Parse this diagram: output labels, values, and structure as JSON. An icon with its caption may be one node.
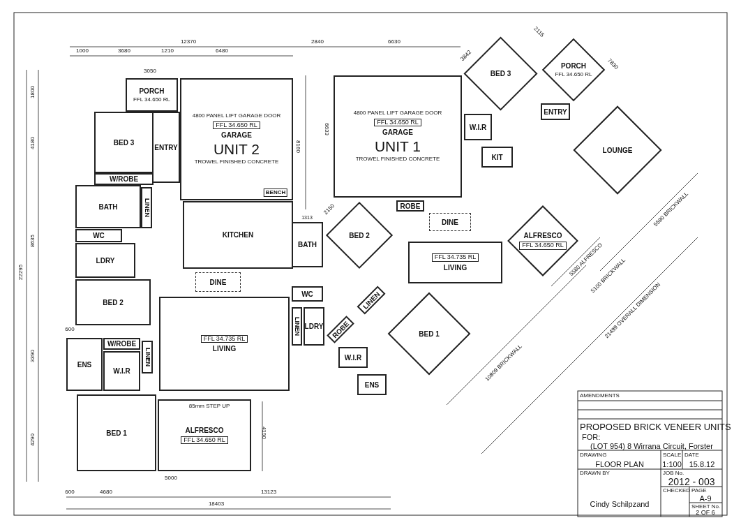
{
  "diagram": {
    "nodes": [
      {
        "text": [
          "PORCH",
          "FFL 34.650 RL"
        ]
      },
      {
        "text": [
          "BED 3"
        ]
      },
      {
        "text": [
          "ENTRY"
        ]
      },
      {
        "text": [
          "4800 PANEL LIFT GARAGE DOOR",
          "FFL 34.650 RL",
          "GARAGE",
          "UNIT 2",
          "TROWEL FINISHED CONCRETE"
        ]
      },
      {
        "text": [
          "W/ROBE"
        ]
      },
      {
        "text": [
          "BATH"
        ]
      },
      {
        "text": [
          "LINEN"
        ]
      },
      {
        "text": [
          "KITCHEN"
        ]
      },
      {
        "text": [
          "WC"
        ]
      },
      {
        "text": [
          "LDRY"
        ]
      },
      {
        "text": [
          "DINE"
        ]
      },
      {
        "text": [
          "BED 2"
        ]
      },
      {
        "text": [
          "FFL 34.735 RL",
          "LIVING"
        ]
      },
      {
        "text": [
          "W/ROBE"
        ]
      },
      {
        "text": [
          "ENS"
        ]
      },
      {
        "text": [
          "W.I.R"
        ]
      },
      {
        "text": [
          "LINEN"
        ]
      },
      {
        "text": [
          "BED 1"
        ]
      },
      {
        "text": [
          "ALFRESCO",
          "FFL 34.650 RL"
        ]
      },
      {
        "text": [
          "4800 PANEL LIFT GARAGE DOOR",
          "FFL 34.650 RL",
          "GARAGE",
          "UNIT 1",
          "TROWEL FINISHED CONCRETE"
        ]
      },
      {
        "text": [
          "BED 3"
        ]
      },
      {
        "text": [
          "PORCH",
          "FFL 34.650 RL"
        ]
      },
      {
        "text": [
          "ENTRY"
        ]
      },
      {
        "text": [
          "W.I.R"
        ]
      },
      {
        "text": [
          "KIT"
        ]
      },
      {
        "text": [
          "LOUNGE"
        ]
      },
      {
        "text": [
          "ROBE"
        ]
      },
      {
        "text": [
          "BED 2"
        ]
      },
      {
        "text": [
          "DINE"
        ]
      },
      {
        "text": [
          "ALFRESCO",
          "FFL 34.650 RL"
        ]
      },
      {
        "text": [
          "BATH"
        ]
      },
      {
        "text": [
          "FFL 34.735 RL",
          "LIVING"
        ]
      },
      {
        "text": [
          "WC"
        ]
      },
      {
        "text": [
          "LINEN"
        ]
      },
      {
        "text": [
          "ROBE"
        ]
      },
      {
        "text": [
          "LINEN"
        ]
      },
      {
        "text": [
          "BED 1"
        ]
      },
      {
        "text": [
          "LDRY"
        ]
      },
      {
        "text": [
          "W.I.R"
        ]
      },
      {
        "text": [
          "ENS"
        ]
      }
    ],
    "labels": [
      "12370",
      "2840",
      "6630",
      "3842",
      "2115",
      "7830",
      "1000",
      "3680",
      "1210",
      "6480",
      "3050",
      "1800",
      "4180",
      "8160",
      "6633",
      "BENCH",
      "2150",
      "1313",
      "8635",
      "22295",
      "5590 BRICKWALL",
      "5580 ALFRESCO",
      "5100 BRICKWALL",
      "600",
      "21499 OVERALL DIMENSION",
      "10809 BRICKWALL",
      "3390",
      "85mm STEP UP",
      "4190",
      "4290",
      "5000",
      "600",
      "4680",
      "13123",
      "18403",
      "AMENDMENTS",
      "PROPOSED BRICK VENEER UNITS",
      "FOR:",
      "(LOT 954) 8 Wirrana Circuit, Forster",
      "DRAWING",
      "FLOOR PLAN",
      "SCALE",
      "1:100",
      "DATE",
      "15.8.12",
      "DRAWN BY",
      "Cindy Schilpzand",
      "JOB No.",
      "2012 - 003",
      "CHECKED",
      "PAGE",
      "A-9",
      "SHEET No.",
      "2 OF 6"
    ]
  }
}
